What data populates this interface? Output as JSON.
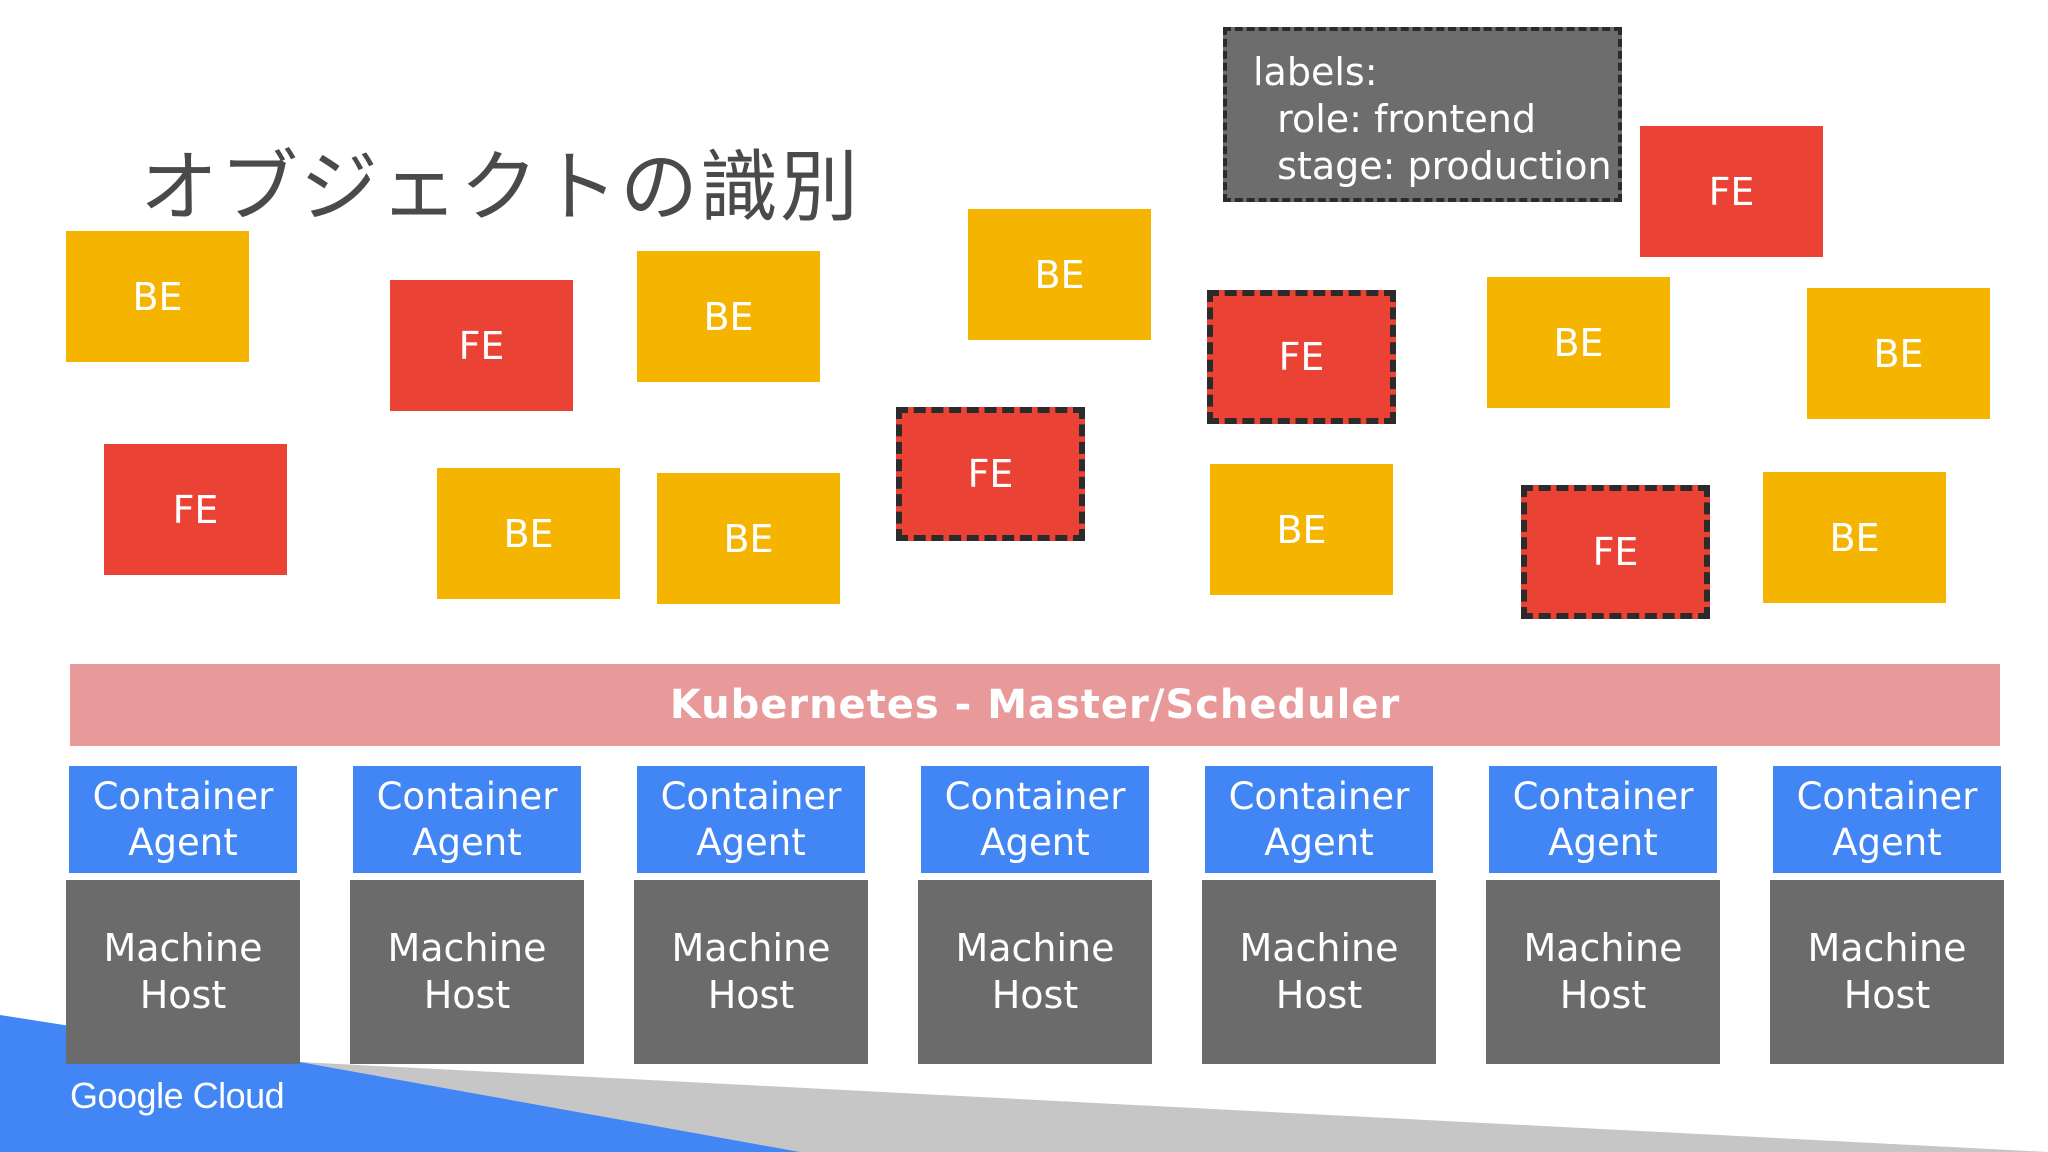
{
  "title": "オブジェクトの識別",
  "label_box": {
    "line1": "labels:",
    "line2": "  role: frontend",
    "line3": "  stage: production"
  },
  "pods": [
    {
      "text": "BE",
      "kind": "be",
      "selected": false
    },
    {
      "text": "FE",
      "kind": "fe",
      "selected": false
    },
    {
      "text": "BE",
      "kind": "be",
      "selected": false
    },
    {
      "text": "BE",
      "kind": "be",
      "selected": false
    },
    {
      "text": "FE",
      "kind": "fe",
      "selected": true
    },
    {
      "text": "BE",
      "kind": "be",
      "selected": false
    },
    {
      "text": "FE",
      "kind": "fe",
      "selected": false
    },
    {
      "text": "BE",
      "kind": "be",
      "selected": false
    },
    {
      "text": "FE",
      "kind": "fe",
      "selected": false
    },
    {
      "text": "BE",
      "kind": "be",
      "selected": false
    },
    {
      "text": "BE",
      "kind": "be",
      "selected": false
    },
    {
      "text": "FE",
      "kind": "fe",
      "selected": true
    },
    {
      "text": "BE",
      "kind": "be",
      "selected": false
    },
    {
      "text": "FE",
      "kind": "fe",
      "selected": true
    },
    {
      "text": "BE",
      "kind": "be",
      "selected": false
    }
  ],
  "master": "Kubernetes - Master/Scheduler",
  "agent": {
    "line1": "Container",
    "line2": "Agent"
  },
  "host": {
    "line1": "Machine",
    "line2": "Host"
  },
  "logo": "Google Cloud",
  "colors": {
    "be": "#f4b400",
    "fe": "#ea4335",
    "master": "#e89a9a",
    "agent": "#4285f4",
    "host": "#6b6b6b",
    "label_box": "#6d6d6d"
  }
}
